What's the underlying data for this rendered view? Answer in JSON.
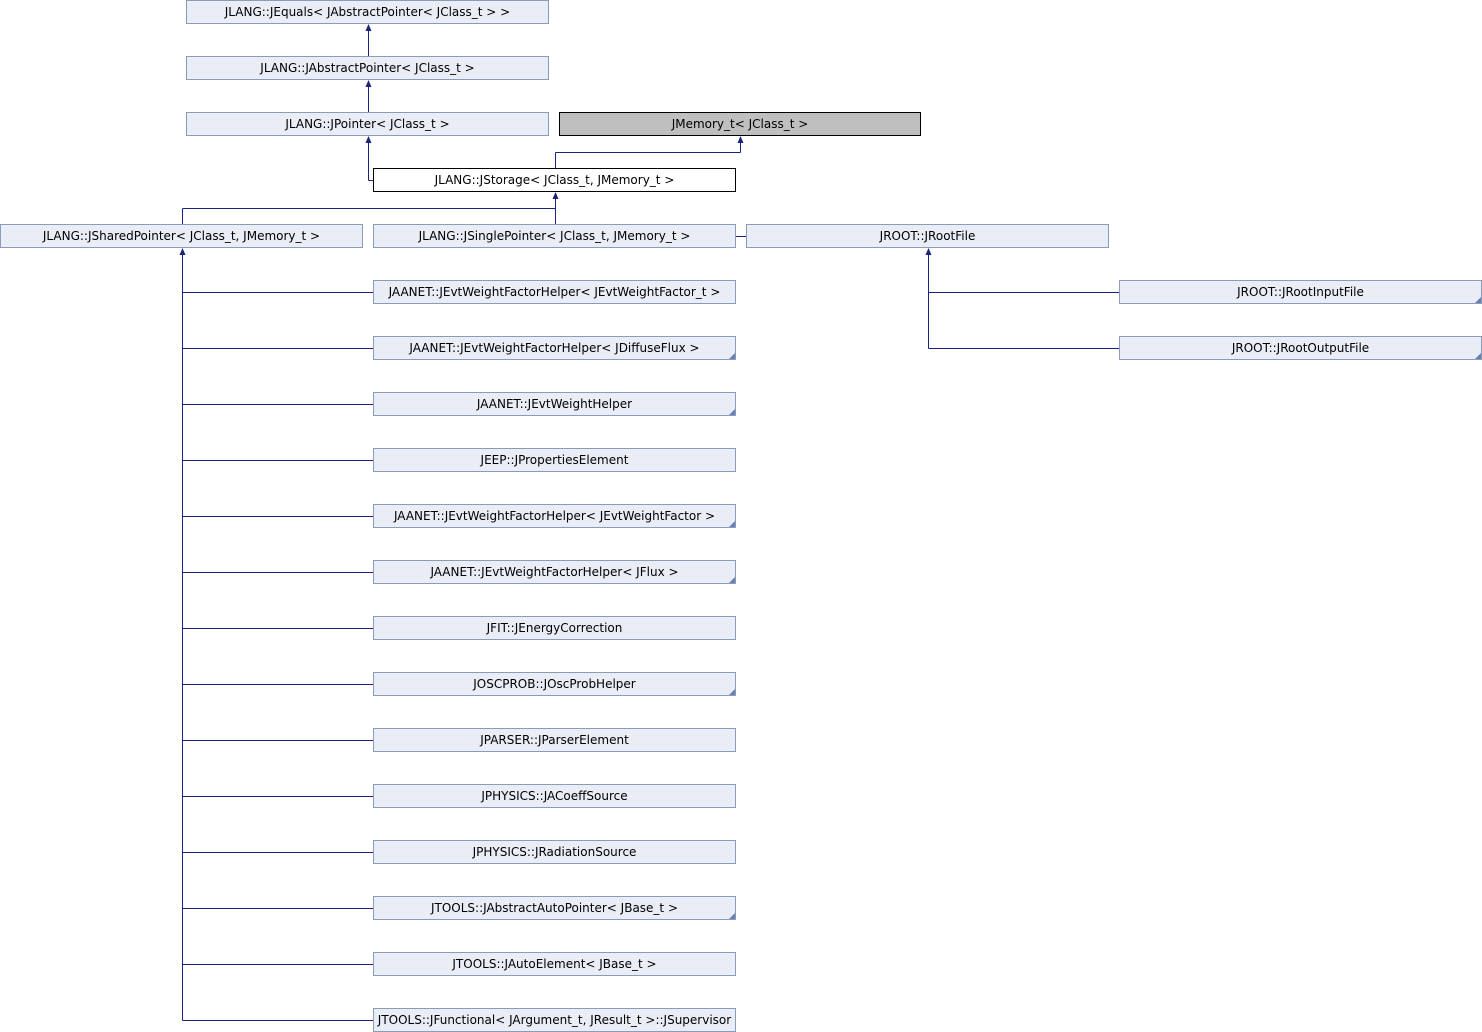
{
  "nodes": {
    "jequals": {
      "label": "JLANG::JEquals< JAbstractPointer< JClass_t > >"
    },
    "jabstractpointer": {
      "label": "JLANG::JAbstractPointer< JClass_t >"
    },
    "jpointer": {
      "label": "JLANG::JPointer< JClass_t >"
    },
    "jmemory": {
      "label": "JMemory_t< JClass_t >"
    },
    "jstorage": {
      "label": "JLANG::JStorage< JClass_t, JMemory_t >"
    },
    "jsharedpointer": {
      "label": "JLANG::JSharedPointer< JClass_t, JMemory_t >"
    },
    "jsinglepointer": {
      "label": "JLANG::JSinglePointer< JClass_t, JMemory_t >"
    },
    "jrootfile": {
      "label": "JROOT::JRootFile"
    },
    "jrootinputfile": {
      "label": "JROOT::JRootInputFile"
    },
    "jrootoutputfile": {
      "label": "JROOT::JRootOutputFile"
    },
    "c1": {
      "label": "JAANET::JEvtWeightFactorHelper< JEvtWeightFactor_t >"
    },
    "c2": {
      "label": "JAANET::JEvtWeightFactorHelper< JDiffuseFlux >"
    },
    "c3": {
      "label": "JAANET::JEvtWeightHelper"
    },
    "c4": {
      "label": "JEEP::JPropertiesElement"
    },
    "c5": {
      "label": "JAANET::JEvtWeightFactorHelper< JEvtWeightFactor >"
    },
    "c6": {
      "label": "JAANET::JEvtWeightFactorHelper< JFlux >"
    },
    "c7": {
      "label": "JFIT::JEnergyCorrection"
    },
    "c8": {
      "label": "JOSCPROB::JOscProbHelper"
    },
    "c9": {
      "label": "JPARSER::JParserElement"
    },
    "c10": {
      "label": "JPHYSICS::JACoeffSource"
    },
    "c11": {
      "label": "JPHYSICS::JRadiationSource"
    },
    "c12": {
      "label": "JTOOLS::JAbstractAutoPointer< JBase_t >"
    },
    "c13": {
      "label": "JTOOLS::JAutoElement< JBase_t >"
    },
    "c14": {
      "label": "JTOOLS::JFunctional< JArgument_t, JResult_t >::JSupervisor"
    }
  },
  "edges": [
    {
      "from": "jabstractpointer",
      "to": "jequals"
    },
    {
      "from": "jpointer",
      "to": "jabstractpointer"
    },
    {
      "from": "jstorage",
      "to": "jpointer"
    },
    {
      "from": "jstorage",
      "to": "jmemory"
    },
    {
      "from": "jsharedpointer",
      "to": "jstorage"
    },
    {
      "from": "jsinglepointer",
      "to": "jstorage"
    },
    {
      "from": "jrootfile",
      "to": "jstorage"
    },
    {
      "from": "jrootinputfile",
      "to": "jrootfile"
    },
    {
      "from": "jrootoutputfile",
      "to": "jrootfile"
    },
    {
      "from": "c1",
      "to": "jsharedpointer"
    },
    {
      "from": "c2",
      "to": "jsharedpointer"
    },
    {
      "from": "c3",
      "to": "jsharedpointer"
    },
    {
      "from": "c4",
      "to": "jsharedpointer"
    },
    {
      "from": "c5",
      "to": "jsharedpointer"
    },
    {
      "from": "c6",
      "to": "jsharedpointer"
    },
    {
      "from": "c7",
      "to": "jsharedpointer"
    },
    {
      "from": "c8",
      "to": "jsharedpointer"
    },
    {
      "from": "c9",
      "to": "jsharedpointer"
    },
    {
      "from": "c10",
      "to": "jsharedpointer"
    },
    {
      "from": "c11",
      "to": "jsharedpointer"
    },
    {
      "from": "c12",
      "to": "jsharedpointer"
    },
    {
      "from": "c13",
      "to": "jsharedpointer"
    },
    {
      "from": "c14",
      "to": "jsharedpointer"
    }
  ],
  "colors": {
    "node_fill": "#e8edf6",
    "node_border": "#8a9bbd",
    "current_fill": "#ffffff",
    "external_fill": "#bfbfbf",
    "edge": "#1a237e"
  }
}
